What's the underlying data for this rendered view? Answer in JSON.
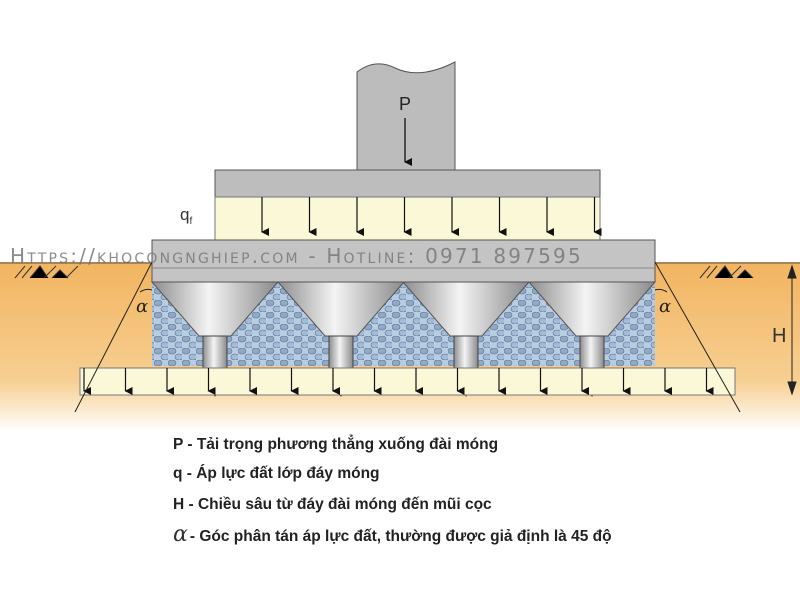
{
  "diagram": {
    "labels": {
      "load": "P",
      "pressure": "q",
      "pressure_sub": "f",
      "depth": "H",
      "angle": "α"
    },
    "colors": {
      "soil": "#f3b869",
      "cap": "#b9b9b9",
      "pressure_zone": "#fbf8d8",
      "gravel": "#a9c0d8"
    }
  },
  "watermark": "Https://khocongnghiep.com - Hotline: 0971 897595",
  "legend": [
    {
      "symbol": "P",
      "text": "P - Tải trọng phương thẳng xuống đài móng"
    },
    {
      "symbol": "q",
      "text": "q - Áp lực đất lớp đáy móng"
    },
    {
      "symbol": "H",
      "text": "H - Chiều sâu từ đáy đài móng đến mũi cọc"
    },
    {
      "symbol": "α",
      "text": "- Góc phân tán áp lực đất, thường được giả định là 45 độ"
    }
  ]
}
